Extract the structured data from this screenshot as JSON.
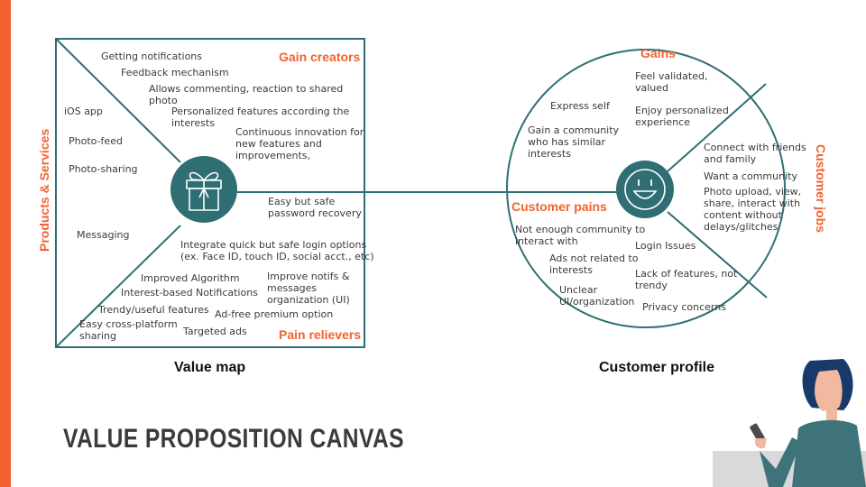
{
  "colors": {
    "accent": "#F2622E",
    "teal": "#2F6E73",
    "text": "#3B3B3B"
  },
  "title": "VALUE PROPOSITION CANVAS",
  "value_map": {
    "caption": "Value map",
    "side_label": "Products & Services",
    "gain_creators_heading": "Gain creators",
    "pain_relievers_heading": "Pain relievers",
    "icon": "gift-icon",
    "products": [
      "iOS app",
      "Photo-feed",
      "Photo-sharing",
      "Messaging"
    ],
    "gain_creators": [
      "Getting notifications",
      "Feedback mechanism",
      "Allows commenting, reaction to shared",
      "photo",
      "Personalized features according the",
      "interests",
      "Continuous innovation for",
      "new features and",
      "improvements,",
      "Easy but safe",
      "password recovery"
    ],
    "pain_relievers": [
      "Integrate quick but safe login options",
      "(ex. Face ID, touch ID, social acct., etc)",
      "Improved Algorithm",
      "Improve notifs &",
      "messages",
      "organization (UI)",
      "Interest-based Notifications",
      "Trendy/useful features",
      "Ad-free premium option",
      "Easy cross-platform",
      "sharing",
      "Targeted ads"
    ]
  },
  "customer_profile": {
    "caption": "Customer profile",
    "gains_heading": "Gains",
    "pains_heading": "Customer pains",
    "jobs_heading": "Customer jobs",
    "icon": "smiley-face-icon",
    "gains": [
      "Feel validated,",
      "valued",
      "Express self",
      "Enjoy personalized",
      "experience",
      "Gain a community",
      "who has similar",
      "interests"
    ],
    "jobs": [
      "Connect with friends",
      "and family",
      "Want a community",
      "Photo upload, view,",
      "share, interact with",
      "content  without",
      "delays/glitches"
    ],
    "pains": [
      "Not enough community to",
      "interact with",
      "Login Issues",
      "Ads not related to",
      "interests",
      "Lack of features, not",
      "trendy",
      "Unclear",
      "UI/organization",
      "Privacy concerns"
    ]
  }
}
